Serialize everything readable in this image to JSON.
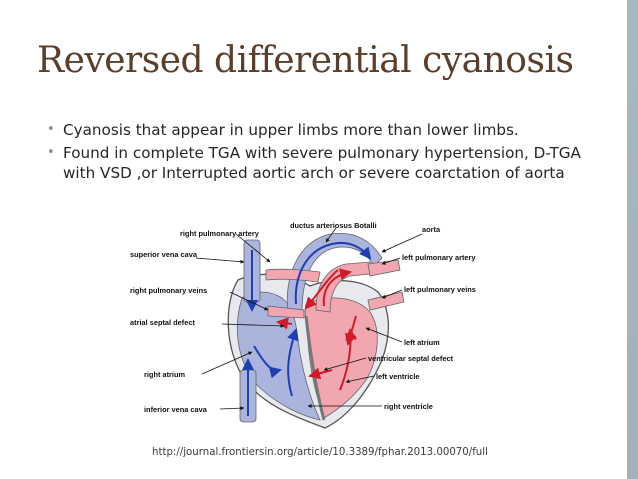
{
  "slide": {
    "title": "Reversed differential cyanosis",
    "bullets": [
      "Cyanosis that appear in upper limbs more than lower limbs.",
      "Found in complete TGA with severe pulmonary hypertension, D-TGA with VSD ,or Interrupted aortic arch or severe coarctation of aorta"
    ],
    "bullet_glyph": "•",
    "source_url": "http://journal.frontiersin.org/article/10.3389/fphar.2013.00070/full"
  },
  "diagram": {
    "labels": {
      "right_pulmonary_artery": "right pulmonary artery",
      "ductus_arteriosus": "ductus arteriosus Botalli",
      "aorta": "aorta",
      "superior_vena_cava": "superior vena cava",
      "left_pulmonary_artery": "left pulmonary artery",
      "right_pulmonary_veins": "right pulmonary veins",
      "left_pulmonary_veins": "left pulmonary veins",
      "atrial_septal_defect": "atrial septal defect",
      "left_atrium": "left atrium",
      "ventricular_septal_defect": "ventricular septal defect",
      "right_atrium": "right atrium",
      "left_ventricle": "left ventricle",
      "inferior_vena_cava": "inferior vena cava",
      "right_ventricle": "right ventricle"
    }
  },
  "colors": {
    "title": "#5a3e2a",
    "accent_bar": "#a9b7c0",
    "deoxygenated": "#aab4dc",
    "oxygenated": "#f1a6b0",
    "arrow_blue": "#1d3fb0",
    "arrow_red": "#d11a2a"
  }
}
